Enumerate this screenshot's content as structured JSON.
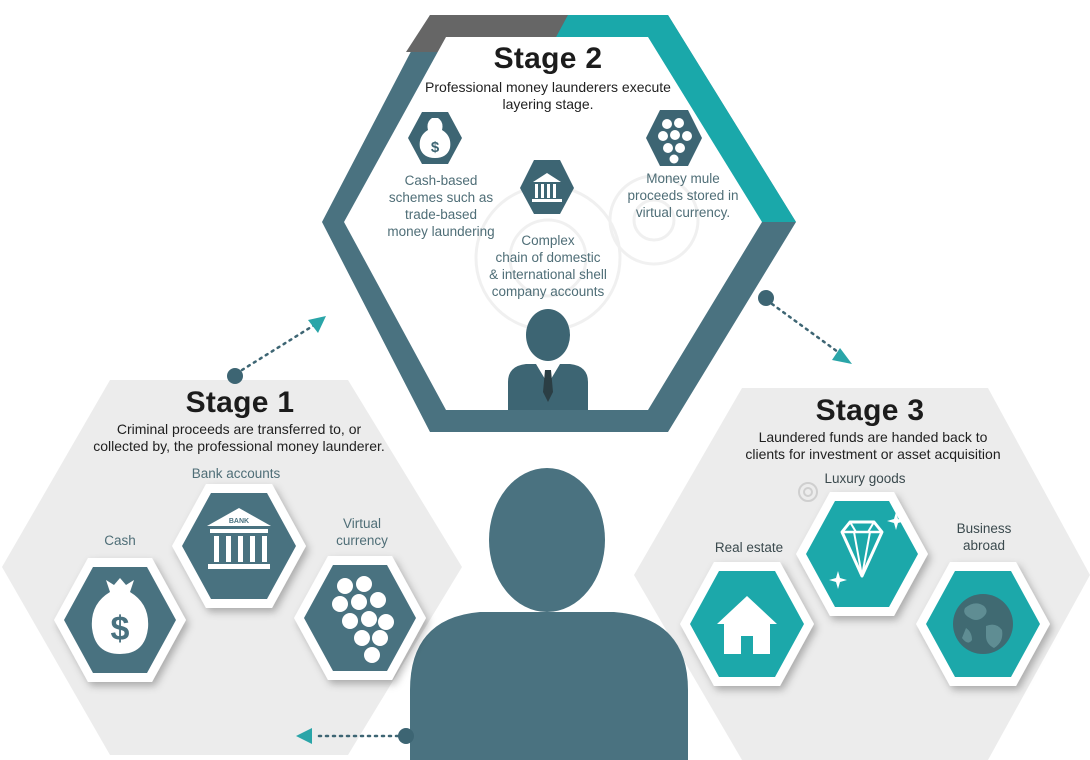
{
  "colors": {
    "slate": "#4a7280",
    "slate_dark": "#3d6573",
    "teal": "#1aa8aa",
    "gray_dark": "#666666",
    "panel_light": "#ececec",
    "background": "#ffffff"
  },
  "stage1": {
    "title": "Stage 1",
    "description_line1": "Criminal proceeds are transferred to,  or",
    "description_line2": "collected by, the professional money launderer.",
    "items": {
      "cash": "Cash",
      "bank_accounts": "Bank accounts",
      "virtual_currency_line1": "Virtual",
      "virtual_currency_line2": "currency"
    },
    "icons": [
      "money-bag-icon",
      "bank-building-icon",
      "coins-icon"
    ]
  },
  "stage2": {
    "title": "Stage 2",
    "description_line1": "Professional money launderers execute",
    "description_line2": "layering stage.",
    "items": {
      "cash_schemes": [
        "Cash-based",
        "schemes such as",
        "trade-based",
        "money laundering"
      ],
      "shell_accounts": [
        "Complex",
        "chain of domestic",
        "& international shell",
        "company accounts"
      ],
      "money_mule": [
        "Money mule",
        "proceeds stored in",
        "virtual currency."
      ]
    },
    "icons": [
      "money-bag-icon",
      "bank-building-icon",
      "coins-icon",
      "person-suit-icon",
      "gear-icon"
    ]
  },
  "stage3": {
    "title": "Stage 3",
    "description_line1": "Laundered funds are handed back to",
    "description_line2": "clients for investment or asset acquisition",
    "items": {
      "real_estate": "Real estate",
      "luxury_goods": "Luxury goods",
      "business_abroad_line1": "Business",
      "business_abroad_line2": "abroad"
    },
    "icons": [
      "house-icon",
      "diamond-icon",
      "globe-icon"
    ]
  }
}
